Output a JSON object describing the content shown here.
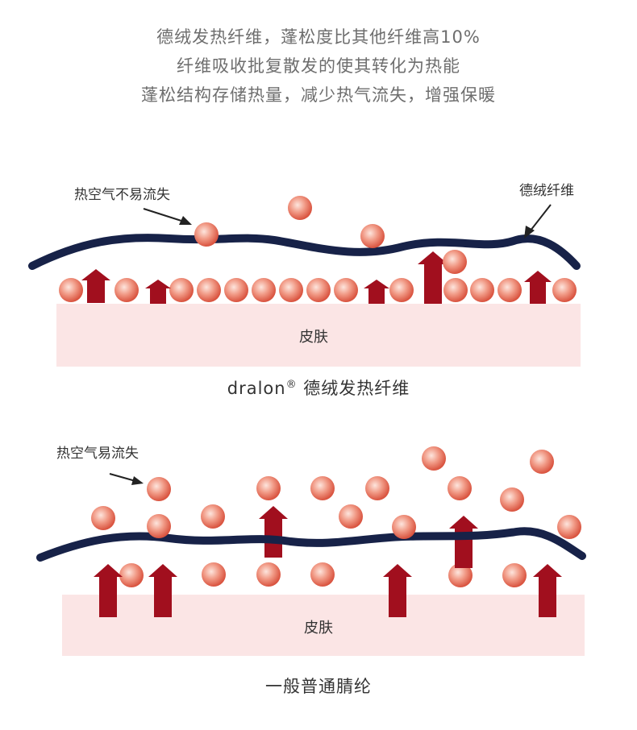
{
  "intro": {
    "lines": [
      "德绒发热纤维，蓬松度比其他纤维高10%",
      "纤维吸收批复散发的使其转化为热能",
      "蓬松结构存储热量，减少热气流失，增强保暖"
    ]
  },
  "diagram_top": {
    "skin_label": "皮肤",
    "note_left": "热空气不易流失",
    "note_right": "德绒纤维",
    "caption_brand": "dralon",
    "caption_mark": "®",
    "caption_text": "德绒发热纤维"
  },
  "diagram_bottom": {
    "skin_label": "皮肤",
    "note_left": "热空气易流失",
    "caption_text": "一般普通腈纶"
  },
  "colors": {
    "fiber": "#172248",
    "skin": "#fbe5e5",
    "arrow": "#a10f1e",
    "ball_center": "#fde3dc",
    "ball_edge": "#de5a4c"
  }
}
